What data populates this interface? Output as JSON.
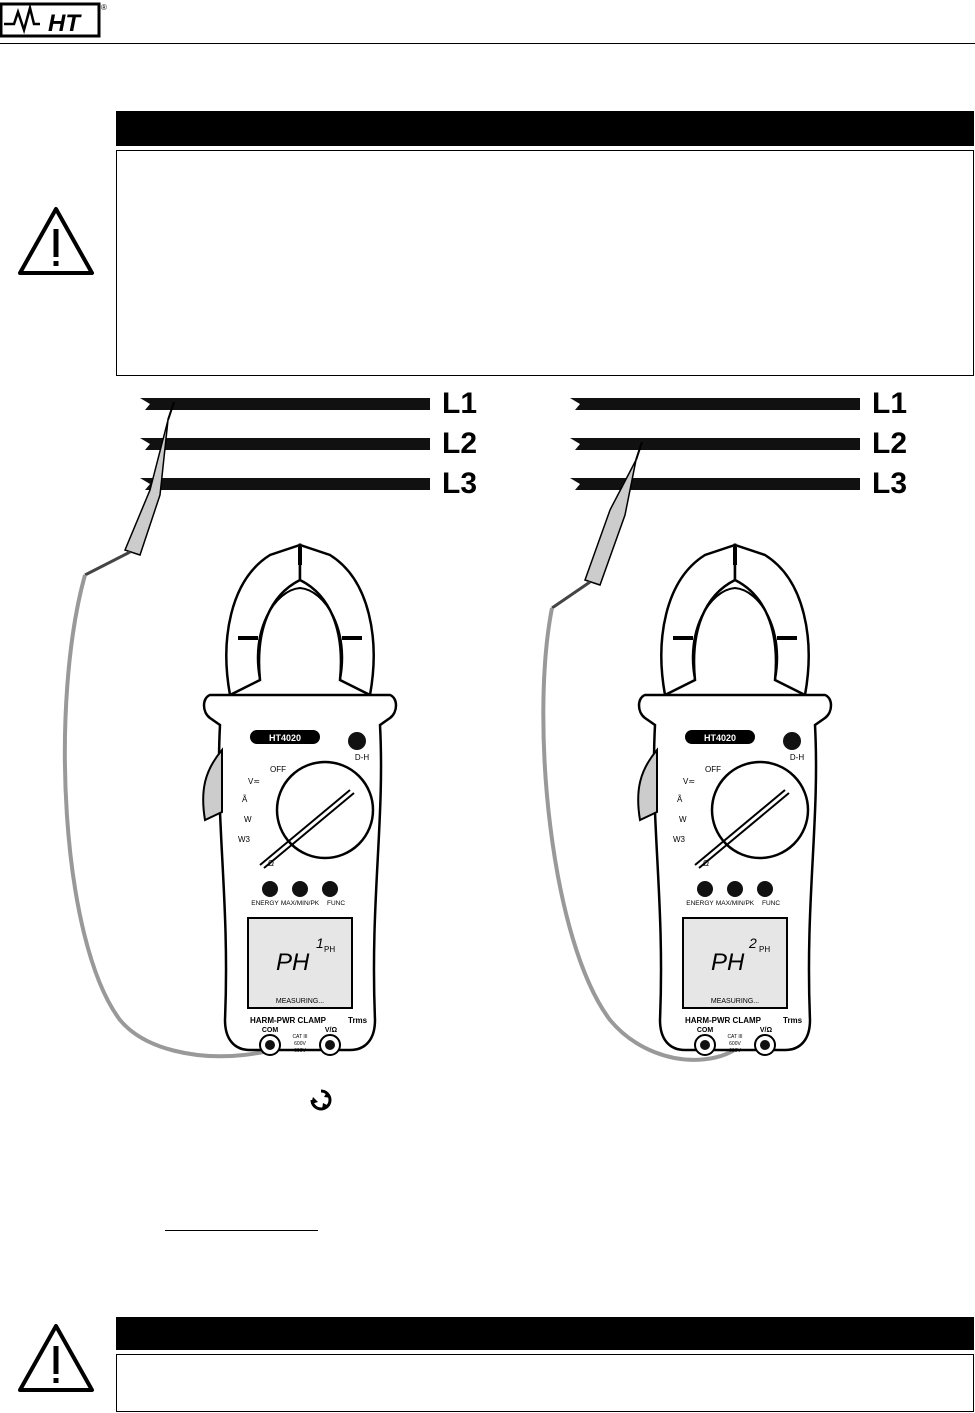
{
  "header": {
    "logo_text": "HT",
    "logo_mark": "®"
  },
  "figures": [
    {
      "lines": [
        "L1",
        "L2",
        "L3"
      ],
      "model": "HT4020",
      "dial": [
        "OFF",
        "V≂",
        "Ã",
        "W",
        "W3",
        "Ω"
      ],
      "buttons": [
        "ENERGY",
        "MAX/MIN/PK",
        "FUNC"
      ],
      "top_button": "D-H",
      "display_main": "PH",
      "display_digit": "1",
      "display_unit": "PH",
      "display_status": "MEASURING...",
      "brand": "HARM-PWR CLAMP",
      "trms": "Trms",
      "jack_com": "COM",
      "jack_v": "V/Ω",
      "cat_lines": [
        "CAT III",
        "600V",
        "600V"
      ]
    },
    {
      "lines": [
        "L1",
        "L2",
        "L3"
      ],
      "model": "HT4020",
      "dial": [
        "OFF",
        "V≂",
        "Ã",
        "W",
        "W3",
        "Ω"
      ],
      "buttons": [
        "ENERGY",
        "MAX/MIN/PK",
        "FUNC"
      ],
      "top_button": "D-H",
      "display_main": "PH",
      "display_digit": "2",
      "display_unit": "PH",
      "display_status": "MEASURING...",
      "brand": "HARM-PWR CLAMP",
      "trms": "Trms",
      "jack_com": "COM",
      "jack_v": "V/Ω",
      "cat_lines": [
        "CAT III",
        "600V",
        "600V"
      ]
    }
  ],
  "icons": {
    "warning": "warning-triangle-icon",
    "func": "rotate-arrows-icon"
  }
}
